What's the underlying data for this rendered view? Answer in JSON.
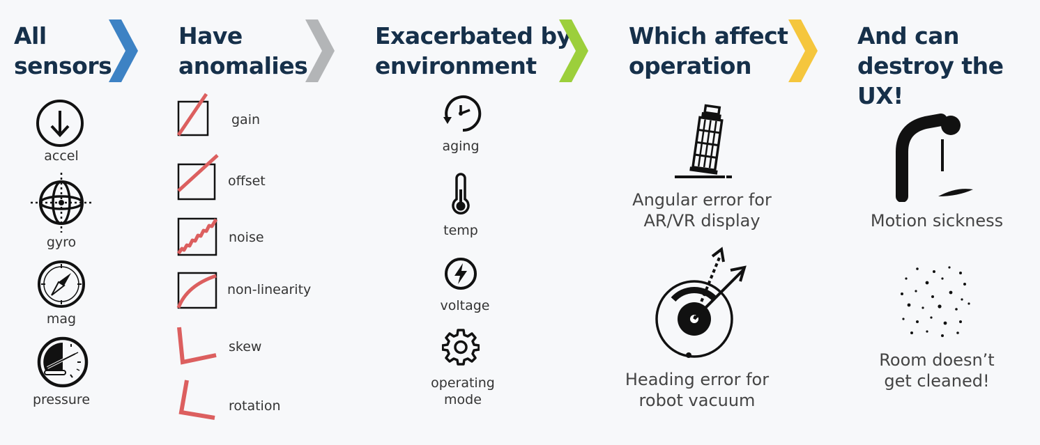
{
  "steps": [
    {
      "title": "All\nsensors",
      "chevron_color": "#3d82c4"
    },
    {
      "title": "Have\nanomalies",
      "chevron_color": "#b3b5b7"
    },
    {
      "title": "Exacerbated by\nenvironment",
      "chevron_color": "#9ccf3b"
    },
    {
      "title": "Which affect\noperation",
      "chevron_color": "#f5c63d"
    },
    {
      "title": "And can\ndestroy the UX!"
    }
  ],
  "sensors": [
    {
      "label": "accel",
      "icon": "down-arrow-circle-icon"
    },
    {
      "label": "gyro",
      "icon": "gyroscope-icon"
    },
    {
      "label": "mag",
      "icon": "compass-icon"
    },
    {
      "label": "pressure",
      "icon": "pressure-gauge-icon"
    }
  ],
  "anomalies": [
    {
      "label": "gain",
      "icon": "gain-graph-icon"
    },
    {
      "label": "offset",
      "icon": "offset-graph-icon"
    },
    {
      "label": "noise",
      "icon": "noise-graph-icon"
    },
    {
      "label": "non-linearity",
      "icon": "nonlinearity-graph-icon"
    },
    {
      "label": "skew",
      "icon": "skew-axes-icon"
    },
    {
      "label": "rotation",
      "icon": "rotation-axes-icon"
    }
  ],
  "environment": [
    {
      "label": "aging",
      "icon": "clock-cycle-icon"
    },
    {
      "label": "temp",
      "icon": "thermometer-icon"
    },
    {
      "label": "voltage",
      "icon": "lightning-circle-icon"
    },
    {
      "label": "operating\nmode",
      "icon": "gear-icon"
    }
  ],
  "operation": [
    {
      "label": "Angular error for\nAR/VR display",
      "icon": "leaning-tower-icon"
    },
    {
      "label": "Heading error for\nrobot vacuum",
      "icon": "robot-vacuum-icon"
    }
  ],
  "ux": [
    {
      "label": "Motion sickness",
      "icon": "sick-person-icon"
    },
    {
      "label": "Room doesn’t\nget cleaned!",
      "icon": "dust-icon"
    }
  ],
  "colors": {
    "heading": "#16304a",
    "anomaly_line": "#dc5f5f",
    "icon": "#111111"
  }
}
